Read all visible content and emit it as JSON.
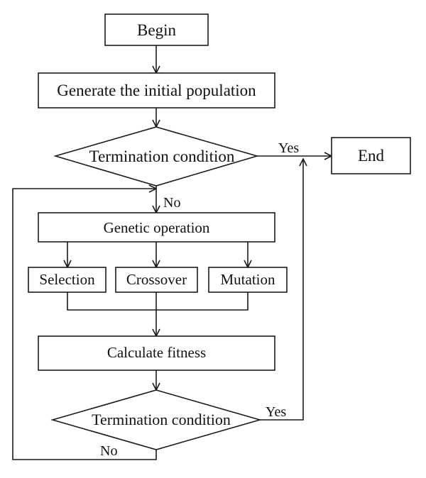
{
  "flowchart": {
    "nodes": {
      "begin": "Begin",
      "generate": "Generate the initial population",
      "termination_1": "Termination condition",
      "end": "End",
      "genetic_operation": "Genetic operation",
      "selection": "Selection",
      "crossover": "Crossover",
      "mutation": "Mutation",
      "calculate_fitness": "Calculate fitness",
      "termination_2": "Termination condition"
    },
    "edge_labels": {
      "yes_top": "Yes",
      "no_top": "No",
      "yes_bottom": "Yes",
      "no_bottom": "No"
    }
  }
}
